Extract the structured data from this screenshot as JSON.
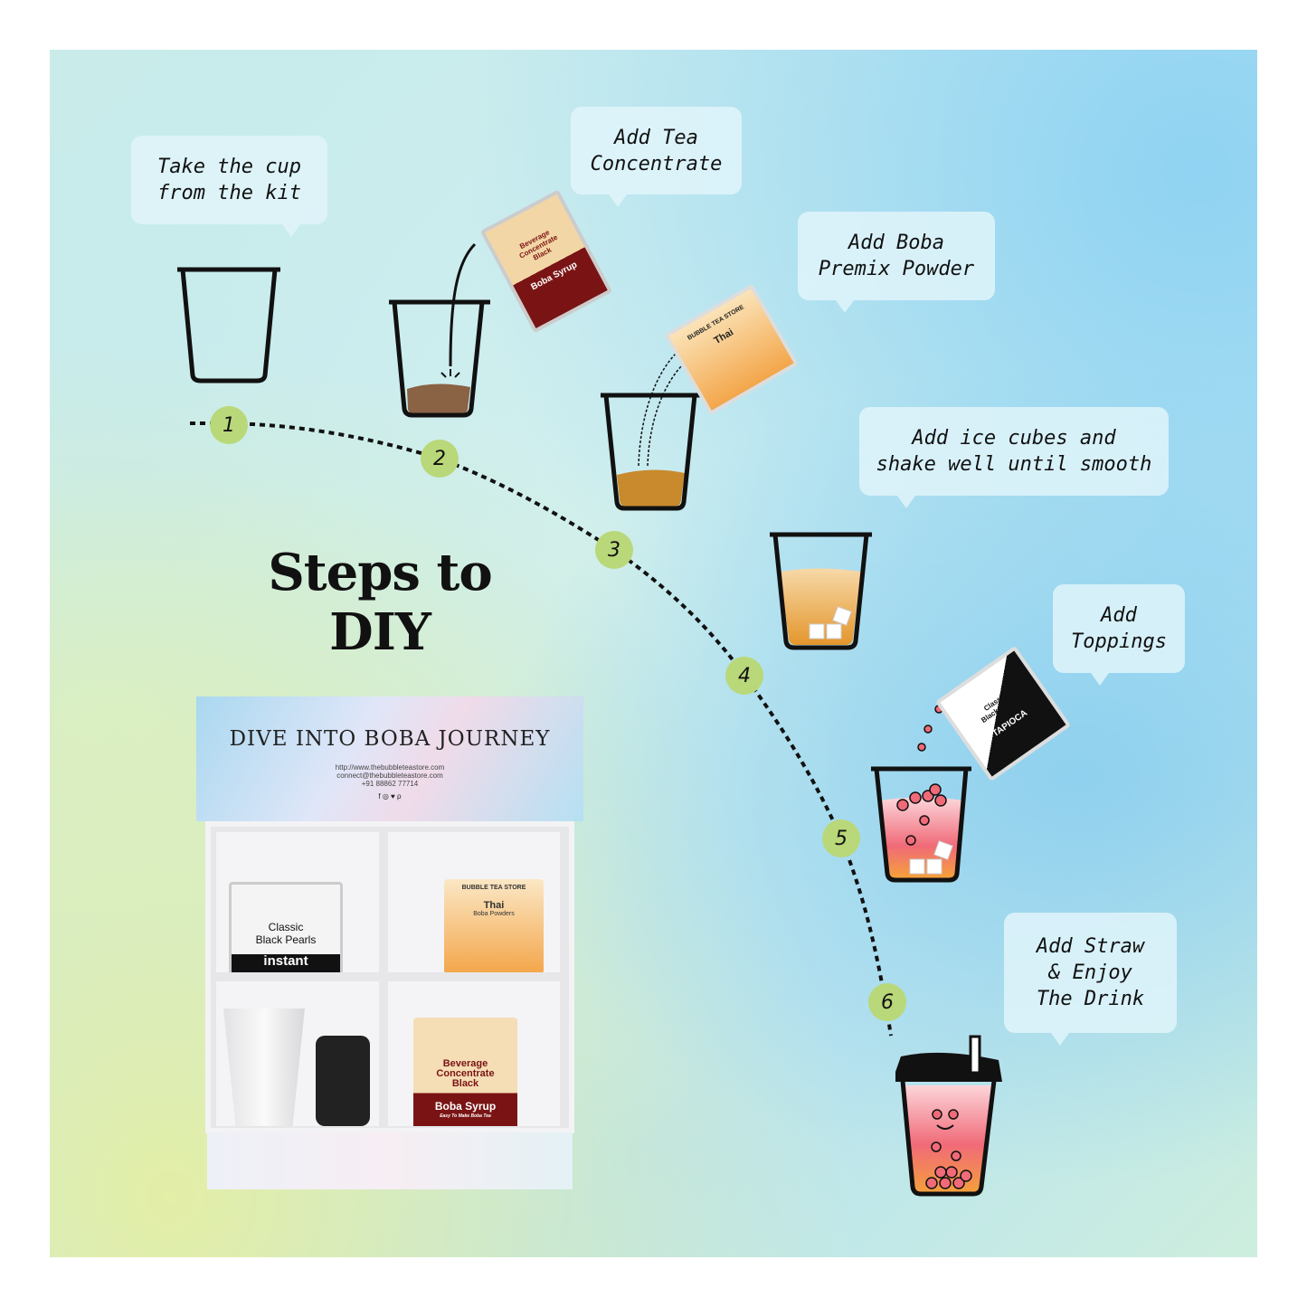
{
  "title": {
    "line1": "Steps to",
    "line2": "DIY"
  },
  "steps": [
    {
      "number": "1",
      "line1": "Take the cup",
      "line2": "from the kit"
    },
    {
      "number": "2",
      "line1": "Add Tea",
      "line2": "Concentrate"
    },
    {
      "number": "3",
      "line1": "Add Boba",
      "line2": "Premix Powder"
    },
    {
      "number": "4",
      "line1": "Add ice cubes and",
      "line2": "shake well until smooth"
    },
    {
      "number": "5",
      "line1": "Add",
      "line2": "Toppings"
    },
    {
      "number": "6",
      "line1": "Add Straw",
      "line2": "& Enjoy",
      "line3": "The Drink"
    }
  ],
  "box": {
    "title": "DIVE INTO BOBA JOURNEY",
    "website": "http://www.thebubbleteastore.com",
    "email": "connect@thebubbleteastore.com",
    "phone": "+91 88862 77714",
    "social": "f ◎ ♥ ρ"
  },
  "products": {
    "concentrate": {
      "line1": "Beverage",
      "line2": "Concentrate",
      "line3": "Black",
      "brand": "Boba Syrup",
      "tagline": "Easy To Make Boba Tea"
    },
    "thai": {
      "brand": "BUBBLE TEA STORE",
      "name": "Thai",
      "sub": "Boba Powders"
    },
    "pearls": {
      "line1": "Classic",
      "line2": "Black Pearls",
      "line3": "instant",
      "line4": "TAPIOCA"
    }
  },
  "colors": {
    "step_circle": "#b9d879",
    "bubble": "#e1f5fa",
    "concentrate": "#7a1414",
    "thai": "#f3a64a"
  }
}
